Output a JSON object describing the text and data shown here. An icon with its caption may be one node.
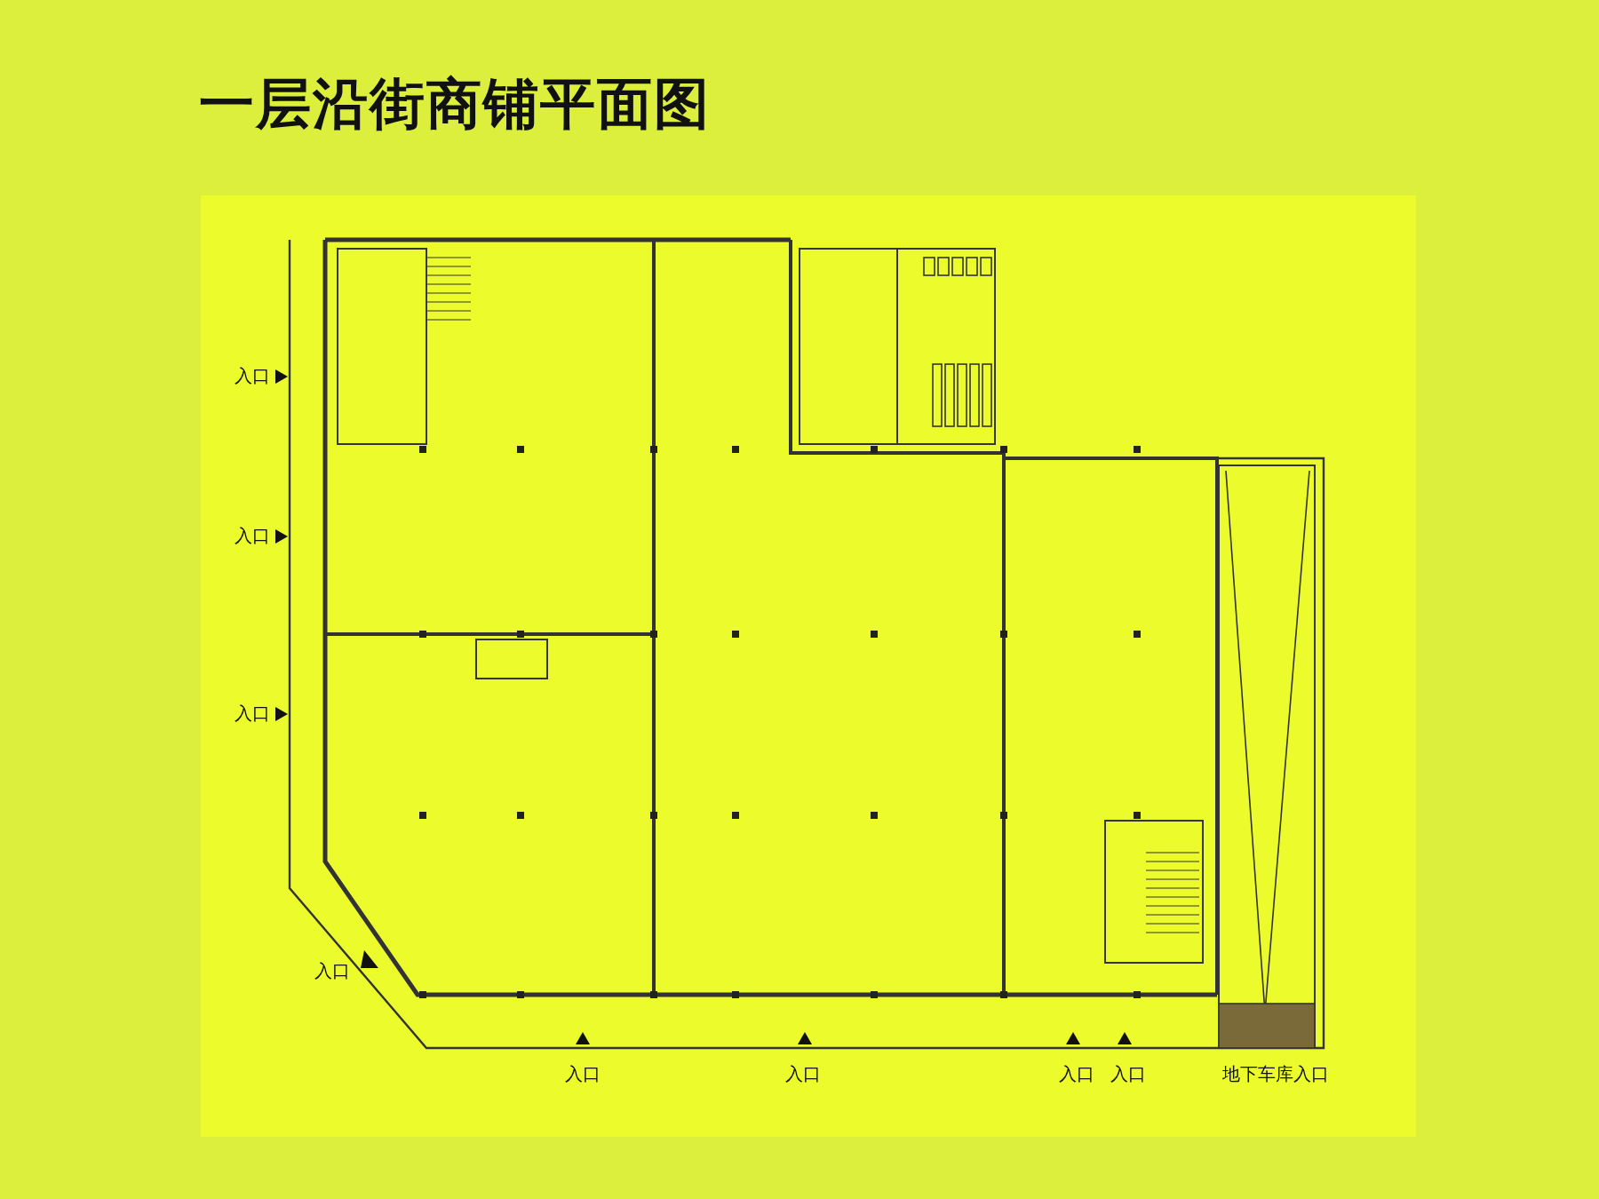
{
  "diagram": {
    "title": "一层沿街商铺平面图",
    "labels": [
      "入口",
      "入口",
      "入口",
      "入口",
      "入口",
      "入口",
      "入口",
      "入口",
      "地下车库入口"
    ]
  }
}
